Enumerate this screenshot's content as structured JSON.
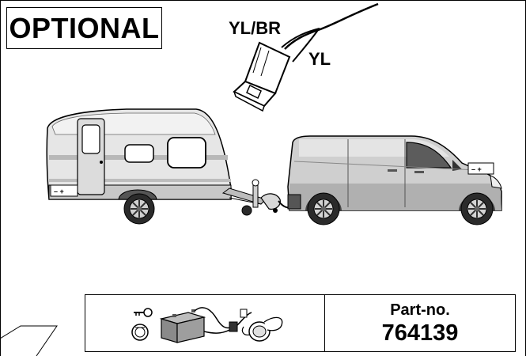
{
  "header": {
    "optional_label": "OPTIONAL"
  },
  "wires": {
    "label_1": "YL/BR",
    "label_2": "YL"
  },
  "vehicles": {
    "caravan_socket_label": "– +",
    "van_socket_label": "– +"
  },
  "parts": {
    "part_no_label": "Part-no.",
    "part_no_value": "764139",
    "icons": [
      "key-icon",
      "ignition-icon",
      "battery-icon",
      "cable-icon",
      "socket-icon"
    ]
  },
  "colors": {
    "line": "#000000",
    "background": "#ffffff",
    "vehicle_body": "#e6e6e6",
    "vehicle_shade": "#a9a9a9",
    "van_body": "#cfcfcf",
    "tyre": "#2b2b2b"
  }
}
